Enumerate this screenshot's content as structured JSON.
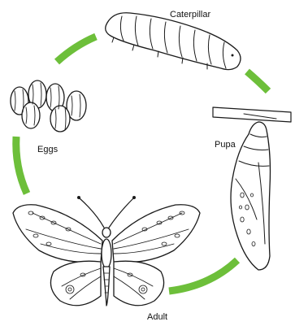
{
  "labels": {
    "caterpillar": "Caterpillar",
    "pupa": "Pupa",
    "adult": "Adult",
    "eggs": "Eggs"
  },
  "colors": {
    "arrow": "#6dbf3a",
    "ink": "#1a1a1a",
    "background": "#ffffff"
  },
  "icons": [
    "caterpillar-icon",
    "pupa-icon",
    "butterfly-icon",
    "eggs-icon"
  ]
}
